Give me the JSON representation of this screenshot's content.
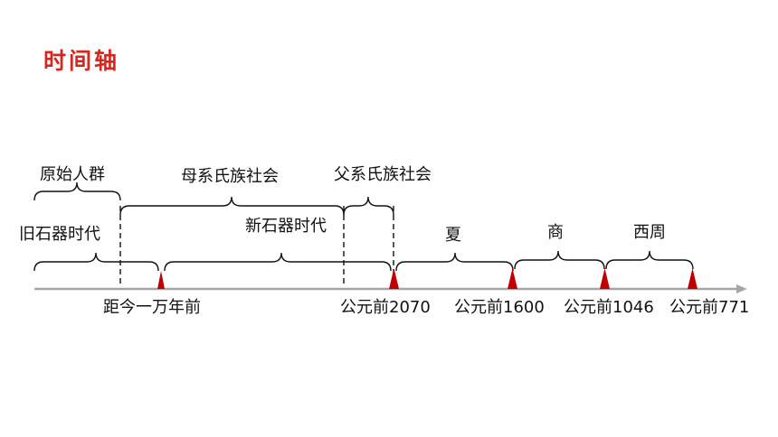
{
  "title": "时间轴",
  "colors": {
    "title": "#d7261e",
    "marker": "#c00000",
    "axis": "#a6a6a6",
    "bracket": "#111111"
  },
  "eras_top": [
    "原始人群",
    "母系氏族社会",
    "父系氏族社会"
  ],
  "periods": [
    "旧石器时代",
    "新石器时代",
    "夏",
    "商",
    "西周"
  ],
  "dates": [
    "距今一万年前",
    "公元前2070",
    "公元前1600",
    "公元前1046",
    "公元前771"
  ]
}
